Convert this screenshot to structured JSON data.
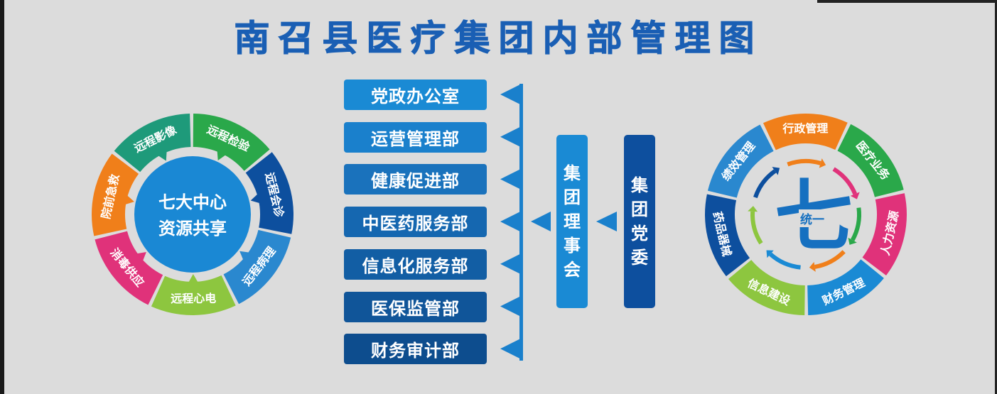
{
  "title": "南召县医疗集团内部管理图",
  "left_circle": {
    "hub_line1": "七大中心",
    "hub_line2": "资源共享",
    "segments": [
      {
        "label": "远程影像",
        "color": "#1e9a7a"
      },
      {
        "label": "远程检验",
        "color": "#2aa84a"
      },
      {
        "label": "远程会诊",
        "color": "#0d4f9e"
      },
      {
        "label": "远程病理",
        "color": "#2a88cf"
      },
      {
        "label": "远程心电",
        "color": "#8dc63f"
      },
      {
        "label": "消毒供应",
        "color": "#e0327a"
      },
      {
        "label": "院前急救",
        "color": "#f07f1a"
      }
    ]
  },
  "departments": [
    {
      "label": "党政办公室",
      "color": "#1a8ad4"
    },
    {
      "label": "运营管理部",
      "color": "#1a80cc"
    },
    {
      "label": "健康促进部",
      "color": "#1a72bc"
    },
    {
      "label": "中医药服务部",
      "color": "#1567b0"
    },
    {
      "label": "信息化服务部",
      "color": "#125ea4"
    },
    {
      "label": "医保监管部",
      "color": "#105599"
    },
    {
      "label": "财务审计部",
      "color": "#0d4d8e"
    }
  ],
  "board": {
    "label": "集团理事会",
    "color": "#1a8ad4"
  },
  "party": {
    "label": "集团党委",
    "color": "#0d4f9e"
  },
  "right_circle": {
    "hub_char": "七",
    "hub_word": "统一",
    "segments": [
      {
        "label": "行政管理",
        "color": "#f07f1a"
      },
      {
        "label": "医疗业务",
        "color": "#2aa84a"
      },
      {
        "label": "人力资源",
        "color": "#e0327a"
      },
      {
        "label": "财务管理",
        "color": "#1a8ad4"
      },
      {
        "label": "信息建设",
        "color": "#8dc63f"
      },
      {
        "label": "药品器械",
        "color": "#0d4f9e"
      },
      {
        "label": "绩效管理",
        "color": "#2a88cf"
      }
    ]
  },
  "colors": {
    "background": "#dcdcdc",
    "title": "#1a5fb4",
    "arrow": "#1a80cc"
  }
}
